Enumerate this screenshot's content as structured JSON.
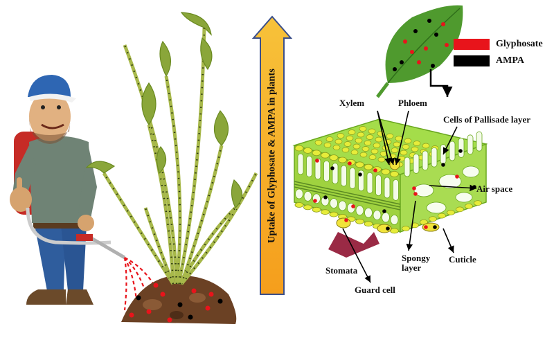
{
  "uptake_arrow": {
    "text": "Uptake of Glyphosate  & AMPA in plants"
  },
  "legend": [
    {
      "label": "Glyphosate",
      "color": "#e8141b"
    },
    {
      "label": "AMPA",
      "color": "#000000"
    }
  ],
  "labels": {
    "xylem": "Xylem",
    "phloem": "Phloem",
    "palisade": "Cells of  Pallisade layer",
    "air_space": "Air space",
    "stomata": "Stomata",
    "spongy": "Spongy layer",
    "cuticle": "Cuticle",
    "guard_cell": "Guard cell"
  },
  "colors": {
    "leaf_green": "#4f9a2e",
    "plant_green": "#a7b84a",
    "soil_brown": "#6b4124",
    "arrow_fill": "#f2a51c",
    "stomata_arrow": "#9a2a45"
  }
}
